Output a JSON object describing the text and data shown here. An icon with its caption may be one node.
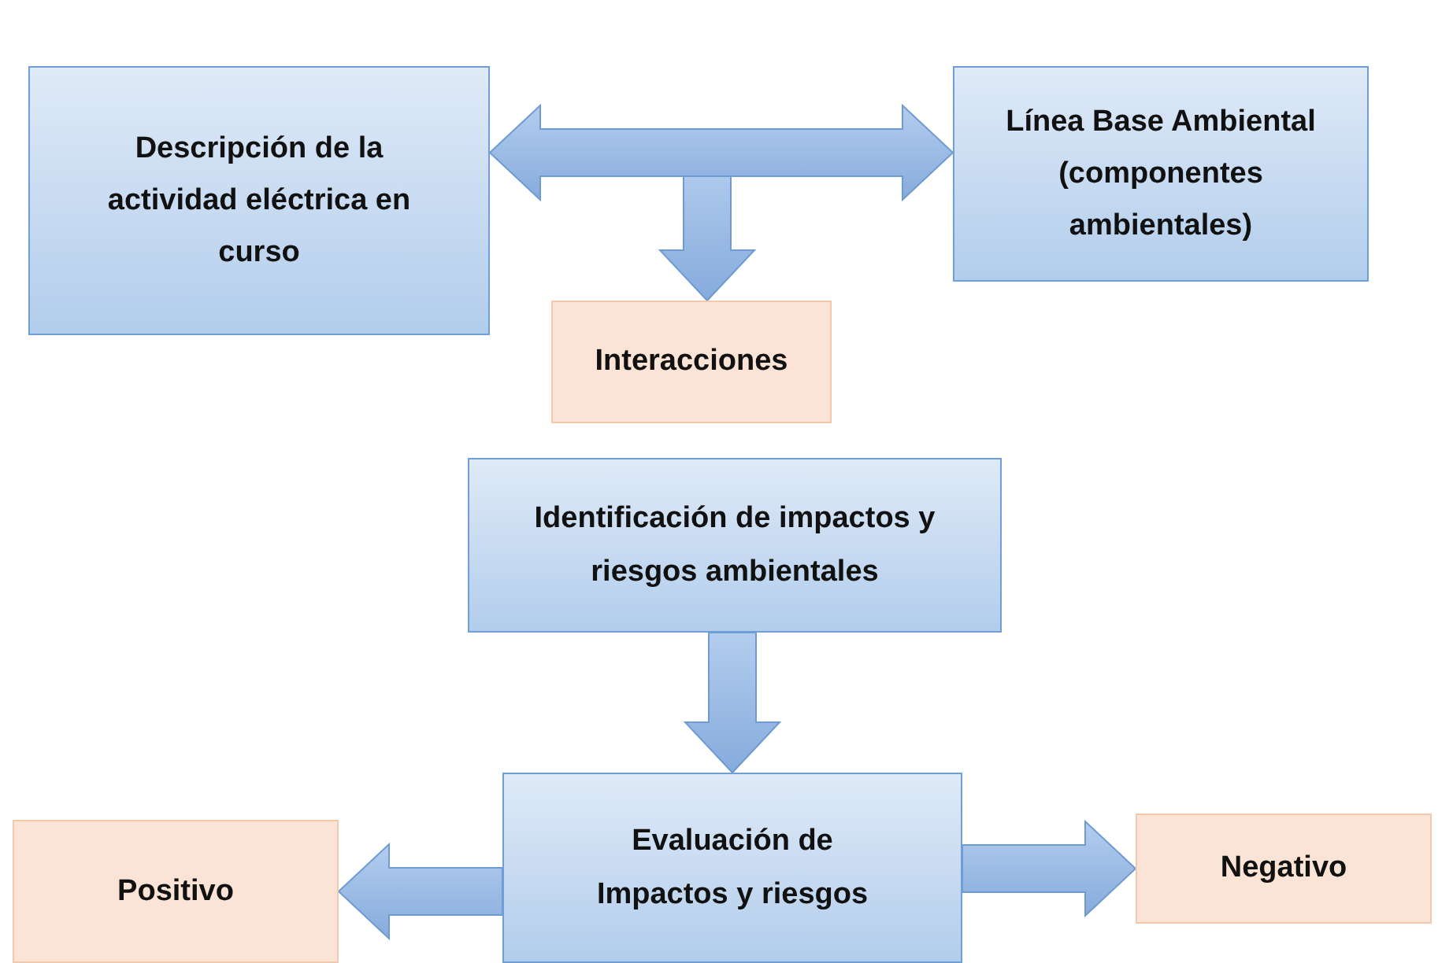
{
  "diagram": {
    "nodes": [
      {
        "text": [
          "Descripción de la actividad eléctrica en curso"
        ]
      },
      {
        "text": [
          "Línea Base Ambiental (componentes ambientales)"
        ]
      },
      {
        "text": [
          "Interacciones"
        ]
      },
      {
        "text": [
          "Identificación de impactos y riesgos ambientales"
        ]
      },
      {
        "text": [
          "Evaluación de Impactos y riesgos"
        ]
      },
      {
        "text": [
          "Positivo"
        ]
      },
      {
        "text": [
          "Negativo"
        ]
      }
    ],
    "edges": [
      {
        "from": 0,
        "to": 1,
        "arrow": "both"
      },
      {
        "from": null,
        "to": 2,
        "arrow": "to"
      },
      {
        "from": 3,
        "to": 4,
        "arrow": "to"
      },
      {
        "from": 4,
        "to": 5,
        "arrow": "to"
      },
      {
        "from": 4,
        "to": 6,
        "arrow": "to"
      }
    ]
  }
}
